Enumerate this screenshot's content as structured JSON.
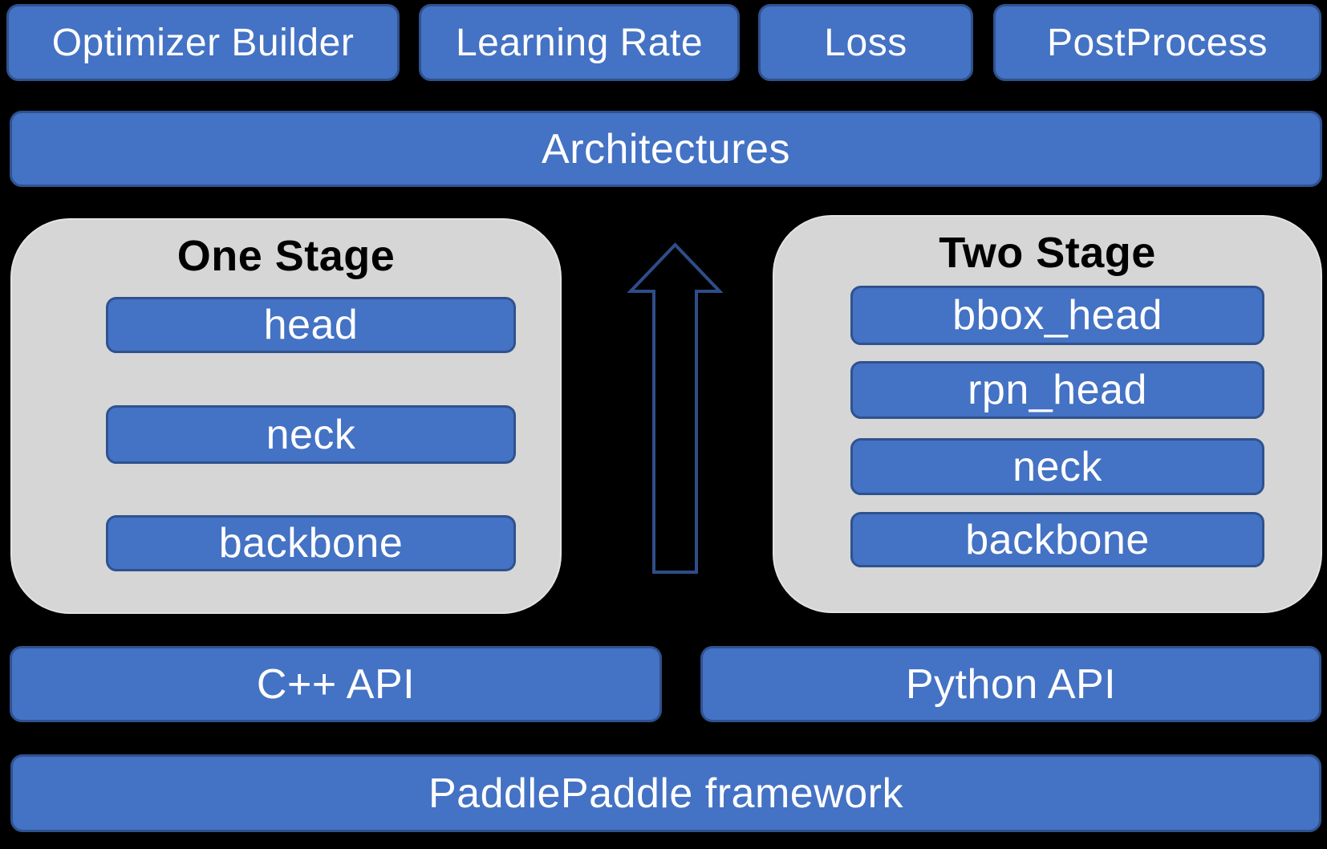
{
  "colors": {
    "background": "#000000",
    "box_fill": "#4472c4",
    "box_border": "#2f528f",
    "container_fill": "#d6d6d6",
    "arrow_stroke": "#2e4d89",
    "text_light": "#ffffff",
    "text_dark": "#000000"
  },
  "top_row": {
    "optimizer_builder": "Optimizer Builder",
    "learning_rate": "Learning Rate",
    "loss": "Loss",
    "postprocess": "PostProcess"
  },
  "architectures": {
    "label": "Architectures"
  },
  "one_stage": {
    "title": "One Stage",
    "layers": [
      "head",
      "neck",
      "backbone"
    ]
  },
  "two_stage": {
    "title": "Two Stage",
    "layers": [
      "bbox_head",
      "rpn_head",
      "neck",
      "backbone"
    ]
  },
  "arrow": {
    "meaning": "up-arrow"
  },
  "api_row": {
    "cpp_api": "C++ API",
    "python_api": "Python API"
  },
  "framework": {
    "label": "PaddlePaddle framework"
  }
}
